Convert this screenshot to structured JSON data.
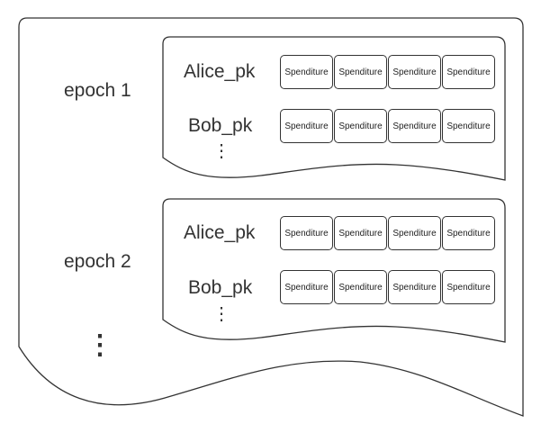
{
  "epochs": [
    {
      "label": "epoch 1",
      "rows": [
        {
          "pk": "Alice_pk",
          "cells": [
            "Spenditure",
            "Spenditure",
            "Spenditure",
            "Spenditure"
          ]
        },
        {
          "pk": "Bob_pk",
          "cells": [
            "Spenditure",
            "Spenditure",
            "Spenditure",
            "Spenditure"
          ]
        }
      ],
      "ellipsis": "⋮"
    },
    {
      "label": "epoch 2",
      "rows": [
        {
          "pk": "Alice_pk",
          "cells": [
            "Spenditure",
            "Spenditure",
            "Spenditure",
            "Spenditure"
          ]
        },
        {
          "pk": "Bob_pk",
          "cells": [
            "Spenditure",
            "Spenditure",
            "Spenditure",
            "Spenditure"
          ]
        }
      ],
      "ellipsis": "⋮"
    }
  ],
  "outer_ellipsis": "⋮"
}
